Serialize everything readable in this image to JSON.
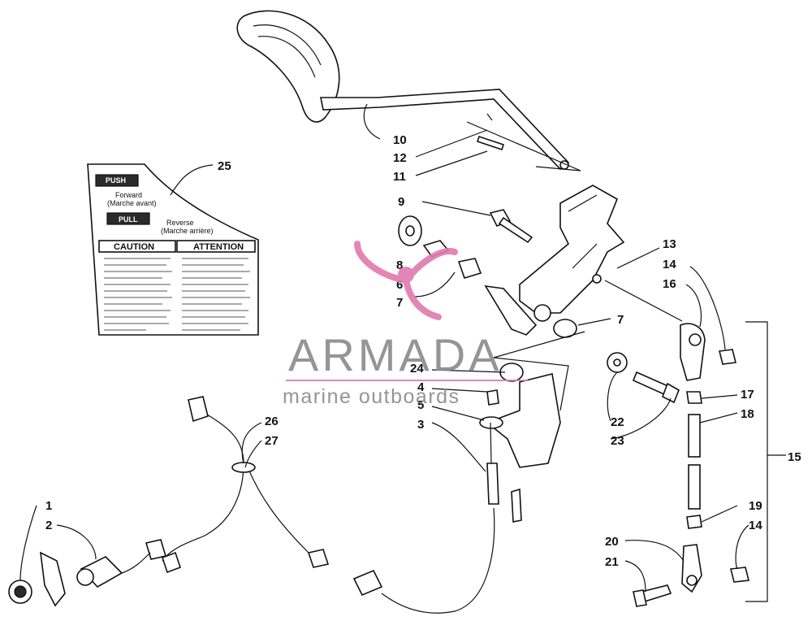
{
  "callouts": [
    {
      "id": "c10",
      "text": "10"
    },
    {
      "id": "c12",
      "text": "12"
    },
    {
      "id": "c11",
      "text": "11"
    },
    {
      "id": "c25",
      "text": "25"
    },
    {
      "id": "c9",
      "text": "9"
    },
    {
      "id": "c8",
      "text": "8"
    },
    {
      "id": "c6",
      "text": "6"
    },
    {
      "id": "c7a",
      "text": "7"
    },
    {
      "id": "c7b",
      "text": "7"
    },
    {
      "id": "c13",
      "text": "13"
    },
    {
      "id": "c14a",
      "text": "14"
    },
    {
      "id": "c16",
      "text": "16"
    },
    {
      "id": "c24",
      "text": "24"
    },
    {
      "id": "c4",
      "text": "4"
    },
    {
      "id": "c5",
      "text": "5"
    },
    {
      "id": "c3",
      "text": "3"
    },
    {
      "id": "c22",
      "text": "22"
    },
    {
      "id": "c23",
      "text": "23"
    },
    {
      "id": "c17",
      "text": "17"
    },
    {
      "id": "c18",
      "text": "18"
    },
    {
      "id": "c15",
      "text": "15"
    },
    {
      "id": "c26",
      "text": "26"
    },
    {
      "id": "c27",
      "text": "27"
    },
    {
      "id": "c19",
      "text": "19"
    },
    {
      "id": "c14b",
      "text": "14"
    },
    {
      "id": "c1",
      "text": "1"
    },
    {
      "id": "c2",
      "text": "2"
    },
    {
      "id": "c20",
      "text": "20"
    },
    {
      "id": "c21",
      "text": "21"
    }
  ],
  "decal": {
    "push": "PUSH",
    "forward": "Forward",
    "forward_fr": "(Marche avant)",
    "pull": "PULL",
    "reverse": "Reverse",
    "reverse_fr": "(Marche arrière)",
    "caution": "CAUTION",
    "attention": "ATTENTION"
  },
  "watermark": {
    "brand": "ARMADA",
    "tagline": "marine outboards"
  },
  "colors": {
    "line": "#111111",
    "watermark_text": "#8a8a8a",
    "watermark_accent": "#e07ab0"
  }
}
